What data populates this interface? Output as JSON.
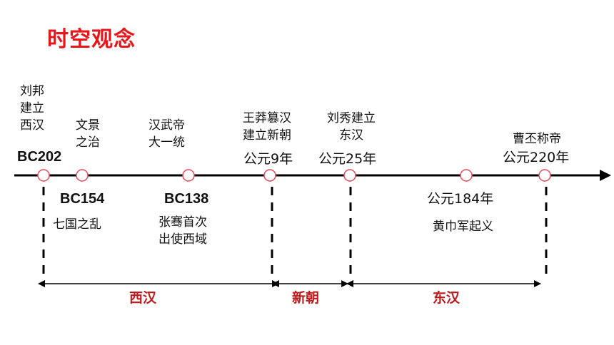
{
  "title": "时空观念",
  "timeline": {
    "above": {
      "liubang": "刘邦\n建立\n西汉",
      "wenjing": "文景\n之治",
      "wudi": "汉武帝\n大一统",
      "wangmang": "王莽篡汉\n建立新朝",
      "liuxiu": "刘秀建立\n东汉",
      "caopi": "曹丕称帝"
    },
    "years_above": {
      "bc202": "BC202",
      "ad9": "公元9年",
      "ad25": "公元25年",
      "ad220": "公元220年"
    },
    "below": {
      "bc154": "BC154",
      "qiguo": "七国之乱",
      "bc138": "BC138",
      "zhangqian": "张骞首次\n出使西域",
      "ad184": "公元184年",
      "huangjin": "黄巾军起义"
    },
    "dynasties": {
      "xihan": "西汉",
      "xinchao": "新朝",
      "donghan": "东汉"
    }
  },
  "colors": {
    "accent": "#e8151b",
    "marker": "#e9485a",
    "line": "#000000"
  }
}
